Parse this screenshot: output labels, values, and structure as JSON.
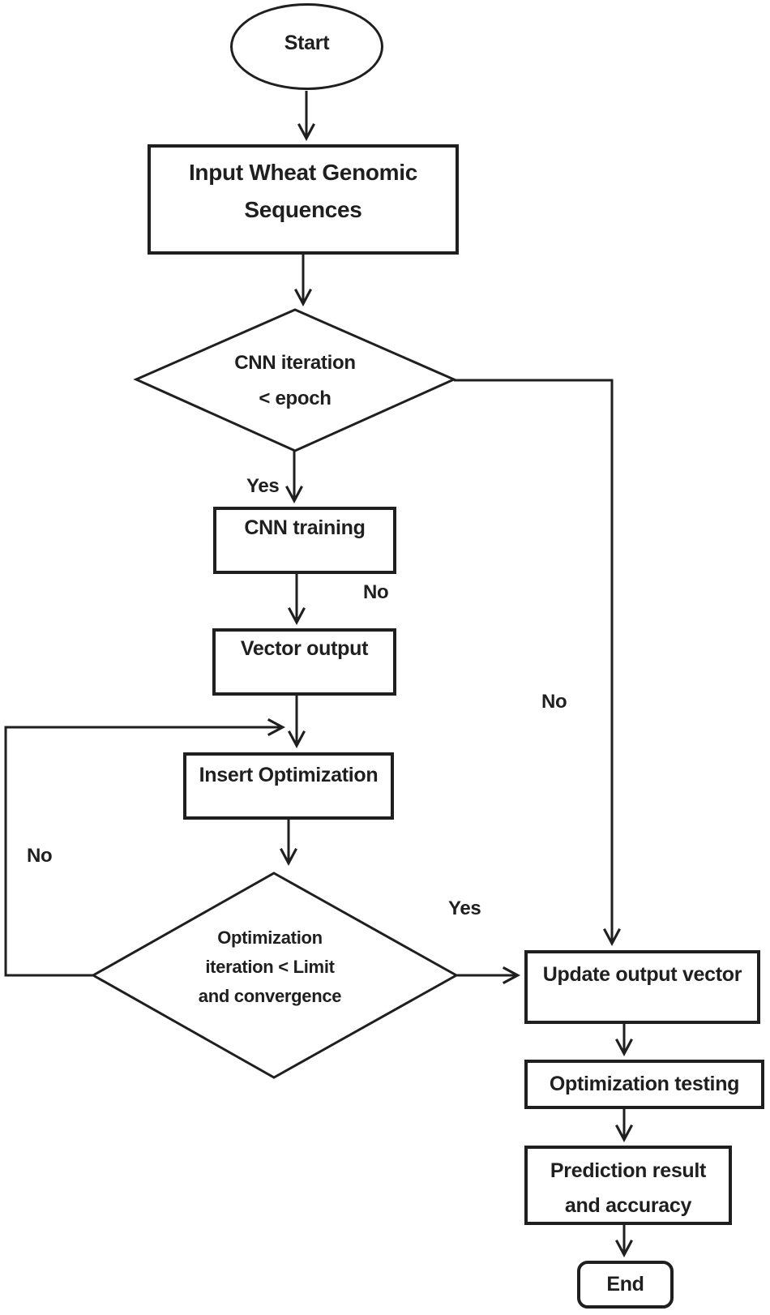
{
  "colors": {
    "ink": "#1f1f1f",
    "background": "#ffffff"
  },
  "flowchart": {
    "nodes": {
      "start": "Start",
      "input": {
        "line1": "Input Wheat Genomic",
        "line2": "Sequences"
      },
      "decision_epoch": {
        "line1": "CNN iteration",
        "line2": "< epoch"
      },
      "cnn_training": "CNN training",
      "vector_output": "Vector output",
      "insert_optimization": "Insert Optimization",
      "decision_limit": {
        "line1": "Optimization",
        "line2": "iteration < Limit",
        "line3": "and convergence"
      },
      "update_output_vector": "Update output vector",
      "optimization_testing": "Optimization testing",
      "prediction": {
        "line1": "Prediction result",
        "line2": "and accuracy"
      },
      "end": "End"
    },
    "edge_labels": {
      "epoch_yes": "Yes",
      "training_no": "No",
      "epoch_no": "No",
      "limit_yes": "Yes",
      "limit_no": "No"
    }
  }
}
